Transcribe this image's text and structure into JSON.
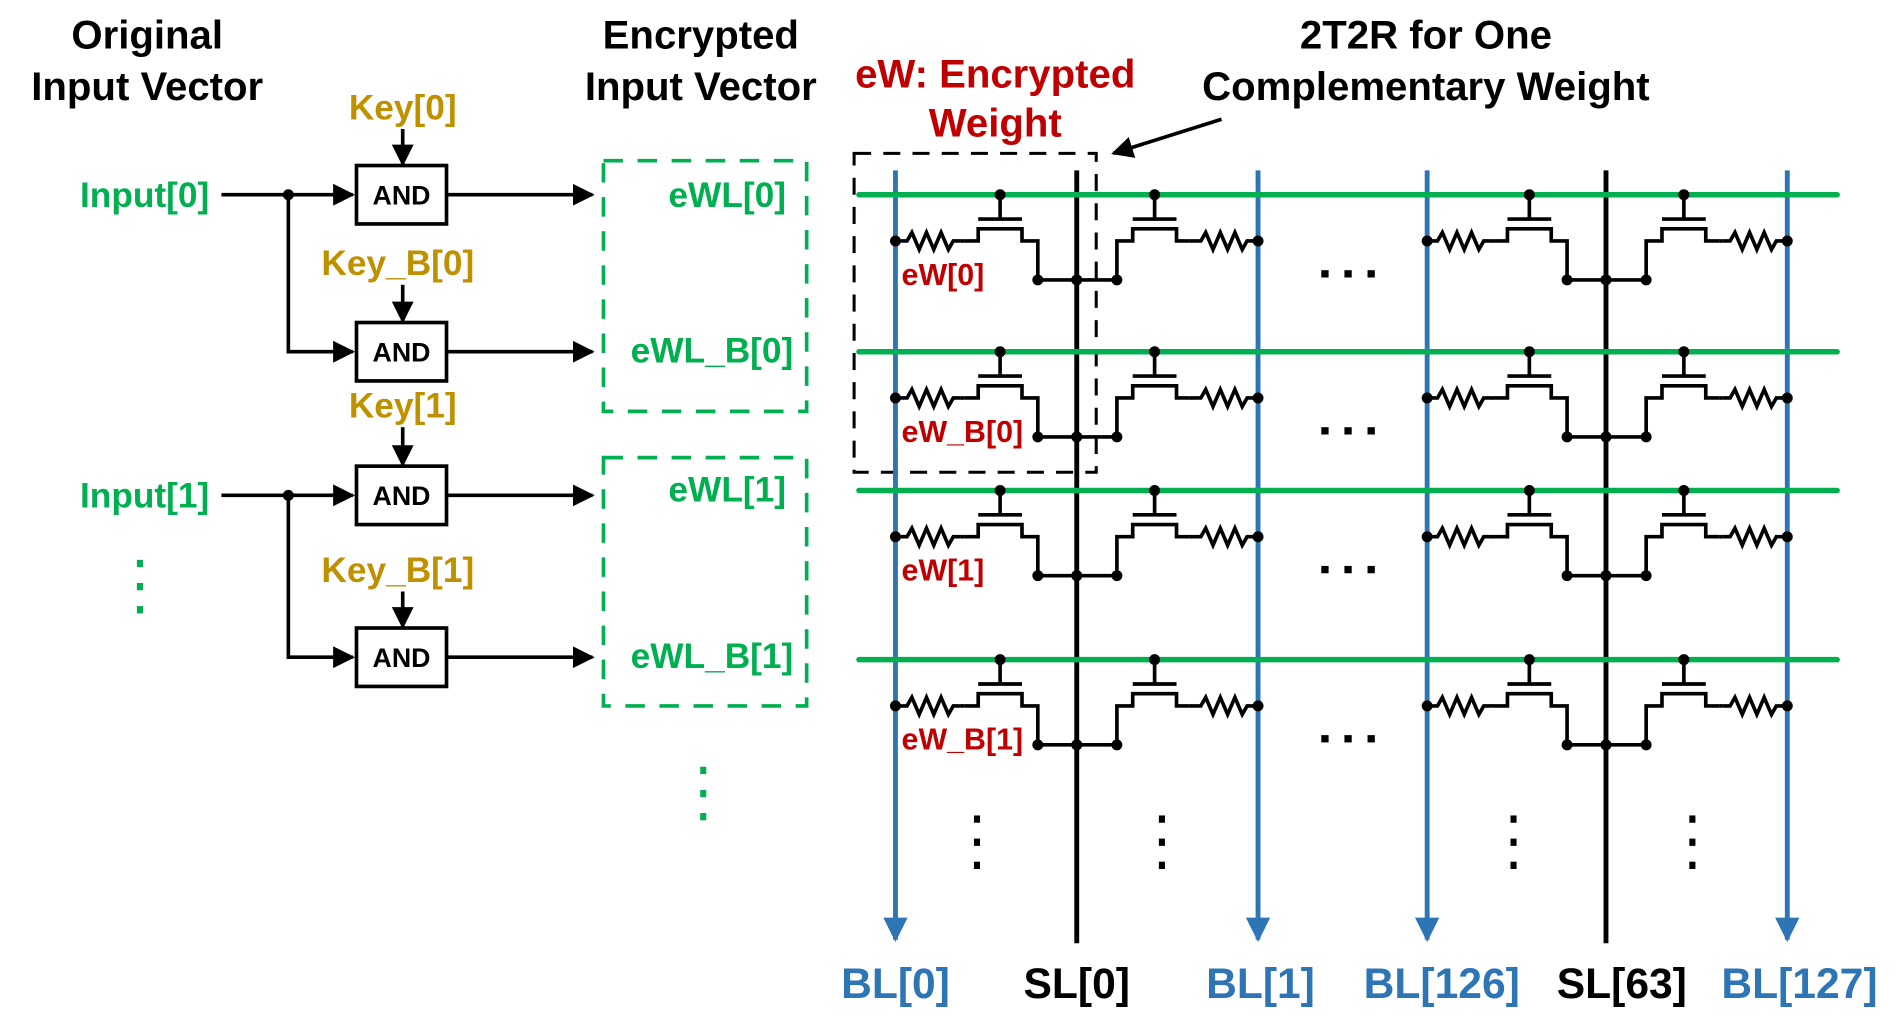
{
  "colors": {
    "input_green": "#00B050",
    "key_gold": "#BF9000",
    "encrypted_red": "#C00000",
    "bitline_blue": "#2E75B6",
    "black": "#000000"
  },
  "headers": {
    "original_line1": "Original",
    "original_line2": "Input Vector",
    "encrypted_line1": "Encrypted",
    "encrypted_line2": "Input Vector",
    "ew_line1": "eW: Encrypted",
    "ew_line2": "Weight",
    "t2r_line1": "2T2R for One",
    "t2r_line2": "Complementary Weight"
  },
  "inputs": [
    {
      "label": "Input[0]",
      "key": "Key[0]",
      "key_b": "Key_B[0]",
      "ewl": "eWL[0]",
      "ewl_b": "eWL_B[0]"
    },
    {
      "label": "Input[1]",
      "key": "Key[1]",
      "key_b": "Key_B[1]",
      "ewl": "eWL[1]",
      "ewl_b": "eWL_B[1]"
    }
  ],
  "gate_label": "AND",
  "cell_labels": [
    "eW[0]",
    "eW_B[0]",
    "eW[1]",
    "eW_B[1]"
  ],
  "bottom_labels": {
    "bl0": "BL[0]",
    "sl0": "SL[0]",
    "bl1": "BL[1]",
    "bl126": "BL[126]",
    "sl63": "SL[63]",
    "bl127": "BL[127]"
  },
  "ellipsis_vertical": "⋮",
  "ellipsis_horizontal": "· · ·"
}
